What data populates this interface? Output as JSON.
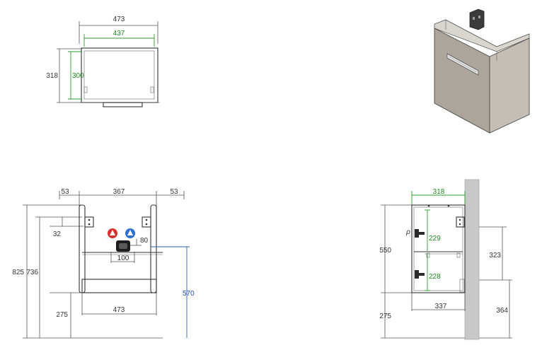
{
  "colors": {
    "line": "#555555",
    "green_dim": "#2e9b2e",
    "blue_dim": "#2a5cb0",
    "hot": "#d6332e",
    "cold": "#2f6fd0",
    "cabinet": "#b9b3a9",
    "wall": "#c8c8c8"
  },
  "top_view": {
    "width_outer": "473",
    "width_inner": "437",
    "depth_outer": "318",
    "depth_inner": "300"
  },
  "front_view": {
    "left_margin": "53",
    "center_span": "367",
    "right_margin": "53",
    "height_total": "825",
    "height_body": "736",
    "bracket_offset": "32",
    "siphon_offset": "80",
    "siphon_width": "100",
    "pipe_height": "570",
    "floor_gap": "275",
    "width_bottom": "473"
  },
  "side_view": {
    "depth_top": "318",
    "height_body": "550",
    "floor_gap": "275",
    "shelf_upper": "229",
    "shelf_lower": "228",
    "depth_bottom": "337",
    "wall_upper": "323",
    "wall_lower": "364"
  }
}
